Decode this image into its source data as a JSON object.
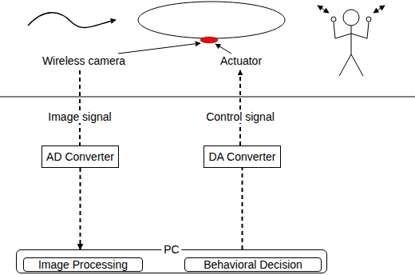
{
  "diagram": {
    "nodes": [
      {
        "text": [
          "AD Converter"
        ]
      },
      {
        "text": [
          "DA Converter"
        ]
      },
      {
        "text": [
          "PC"
        ]
      },
      {
        "text": [
          "Image Processing"
        ],
        "in": 2
      },
      {
        "text": [
          "Behavioral Decision"
        ],
        "in": 2
      }
    ],
    "edges": [
      {
        "from": 0,
        "to": 2,
        "arrow": "to"
      },
      {
        "from": 2,
        "to": 1,
        "arrow": "none"
      },
      {
        "from": 3,
        "to": 4,
        "arrow": "to"
      }
    ],
    "labels": [
      "Wireless camera",
      "Actuator",
      "Image signal",
      "Control signal"
    ]
  }
}
